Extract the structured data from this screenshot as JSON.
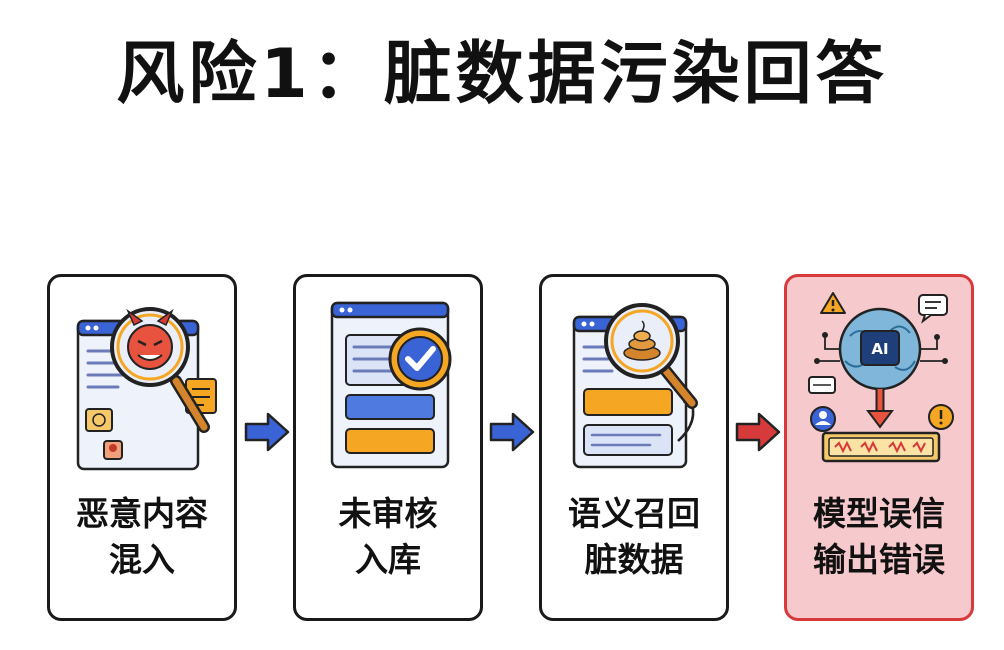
{
  "title": "风险1：脏数据污染回答",
  "steps": [
    {
      "line1": "恶意内容",
      "line2": "混入"
    },
    {
      "line1": "未审核",
      "line2": "入库"
    },
    {
      "line1": "语义召回",
      "line2": "脏数据"
    },
    {
      "line1": "模型误信",
      "line2": "输出错误"
    }
  ],
  "ai_chip_label": "AI",
  "colors": {
    "blue_accent": "#3a63d6",
    "orange_accent": "#f5a623",
    "danger_bg": "#f6c9cc",
    "danger_border": "#d63a3a",
    "flow_arrow": "#3a63d6",
    "danger_arrow": "#d63a3a"
  },
  "icons": [
    "devil-face-icon",
    "magnifier-icon",
    "check-badge-icon",
    "poop-icon",
    "brain-chip-icon",
    "warning-icon",
    "chat-icon",
    "user-icon"
  ]
}
